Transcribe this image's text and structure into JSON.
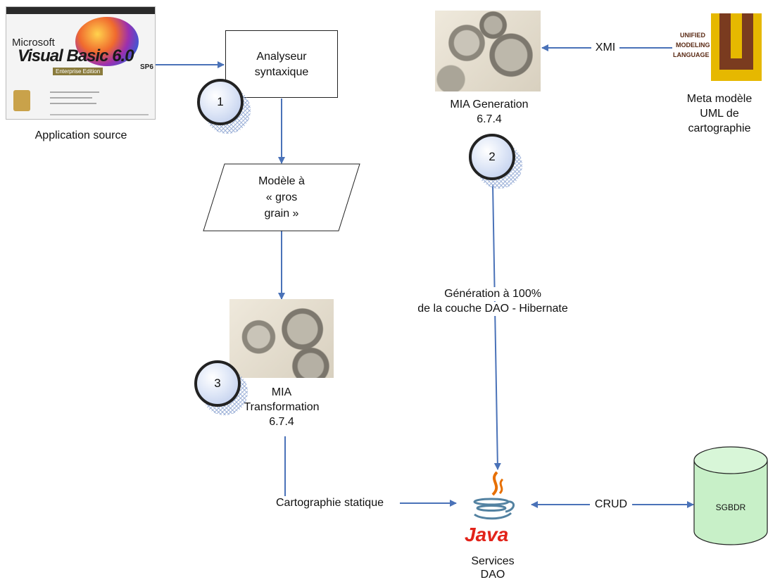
{
  "nodes": {
    "vb_logo": {
      "line1": "Microsoft",
      "line2": "Visual Basic 6.0",
      "sub": "Enterprise Edition",
      "sp": "SP6"
    },
    "app_source": "Application source",
    "analyseur": {
      "line1": "Analyseur",
      "line2": "syntaxique"
    },
    "modele": {
      "line1": "Modèle à",
      "line2": "« gros",
      "line3": "grain »"
    },
    "mia_generation": {
      "line1": "MIA Generation",
      "line2": "6.7.4"
    },
    "mia_transformation": {
      "line1": "MIA",
      "line2": "Transformation",
      "line3": "6.7.4"
    },
    "uml_logo": {
      "line1": "UNIFIED",
      "line2": "MODELING",
      "line3": "LANGUAGE"
    },
    "meta_modele": {
      "line1": "Meta modèle",
      "line2": "UML de",
      "line3": "cartographie"
    },
    "java_logo": "Java",
    "services_dao": {
      "line1": "Services",
      "line2": "DAO"
    },
    "sgbdr": "SGBDR"
  },
  "edges": {
    "xmi": "XMI",
    "generation": {
      "line1": "Génération à 100%",
      "line2": "de la couche DAO - Hibernate"
    },
    "cartographie": "Cartographie statique",
    "crud": "CRUD"
  },
  "steps": [
    "1",
    "2",
    "3"
  ],
  "colors": {
    "arrow": "#4a72b8",
    "step_fill": "#c9d5f0",
    "cylinder": "#c8f0c8"
  }
}
